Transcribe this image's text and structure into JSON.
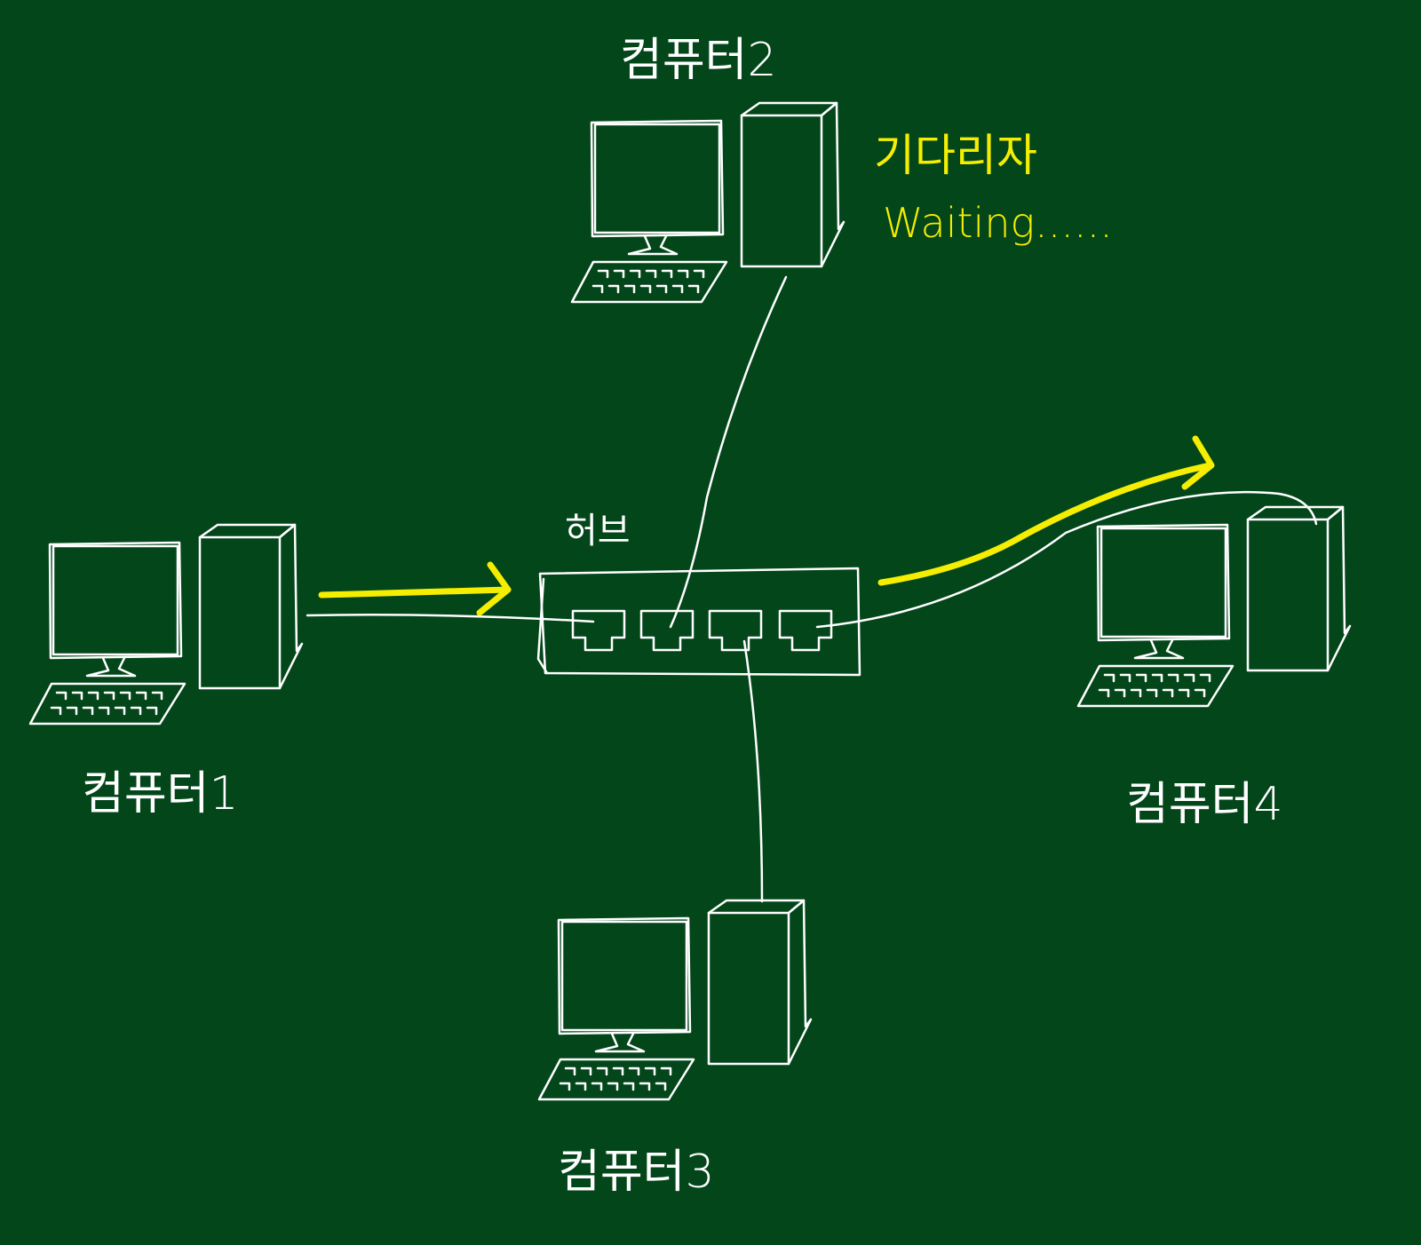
{
  "colors": {
    "background": "#03461a",
    "line": "#ffffff",
    "highlight": "#f5ee00"
  },
  "hub": {
    "label": "허브",
    "port_count": 4
  },
  "computers": [
    {
      "id": "pc1",
      "label": "컴퓨터1"
    },
    {
      "id": "pc2",
      "label": "컴퓨터2"
    },
    {
      "id": "pc3",
      "label": "컴퓨터3"
    },
    {
      "id": "pc4",
      "label": "컴퓨터4"
    }
  ],
  "note": {
    "korean": "기다리자",
    "english": "Waiting......"
  },
  "icons": [
    "desktop-computer-icon",
    "hub-icon",
    "ethernet-port-icon",
    "arrow-icon"
  ]
}
